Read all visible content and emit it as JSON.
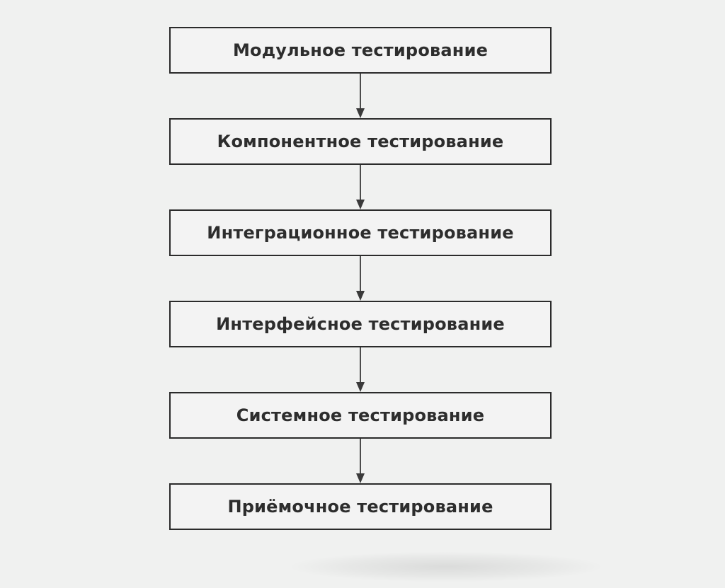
{
  "diagram": {
    "title": "testing-levels-flowchart",
    "stages": [
      {
        "label": "Модульное тестирование"
      },
      {
        "label": "Компонентное тестирование"
      },
      {
        "label": "Интеграционное тестирование"
      },
      {
        "label": "Интерфейсное тестирование"
      },
      {
        "label": "Системное тестирование"
      },
      {
        "label": "Приёмочное тестирование"
      }
    ],
    "connector": "arrow-down",
    "colors": {
      "page_background": "#f0f1f0",
      "box_fill": "#f3f3f3",
      "box_border": "#2b2b2b",
      "text": "#2d2d2d",
      "arrow": "#3a3a3a"
    }
  }
}
